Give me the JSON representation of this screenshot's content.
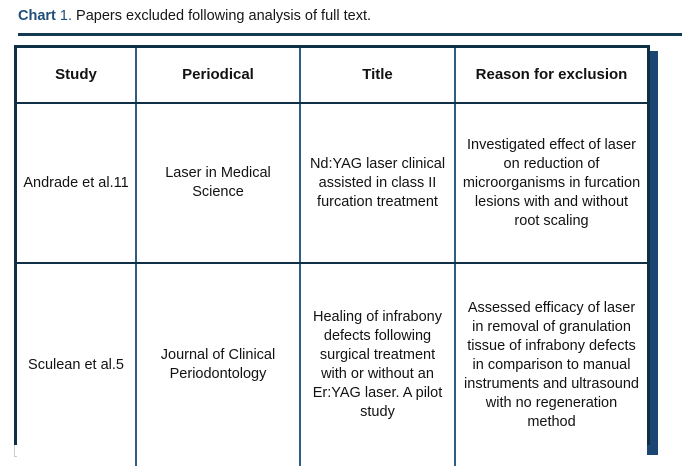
{
  "caption": {
    "label": "Chart",
    "number": "1.",
    "text": "Papers excluded following analysis of full text."
  },
  "table": {
    "headers": [
      "Study",
      "Periodical",
      "Title",
      "Reason for exclusion"
    ],
    "rows": [
      {
        "study": "Andrade et al.11",
        "periodical": "Laser in Medical Science",
        "title": "Nd:YAG laser clinical assisted in class II furcation treatment",
        "reason": "Investigated effect of laser on reduction of microorganisms in furcation lesions with and without root scaling"
      },
      {
        "study": "Sculean et al.5",
        "periodical": "Journal of Clinical Periodontology",
        "title": "Healing of infrabony defects following surgical treatment with or without an Er:YAG laser. A pilot study",
        "reason": "Assessed efficacy of laser in removal of granulation tissue of infrabony defects in comparison to manual instruments and ultrasound with no regeneration method"
      }
    ]
  },
  "colors": {
    "caption_accent": "#1f4e79",
    "rule": "#123a52",
    "table_border": "#0f2f44",
    "cell_divider": "#2c5f85",
    "shadow": "#1b4674",
    "page_background": "#ffffff",
    "text": "#121212"
  }
}
